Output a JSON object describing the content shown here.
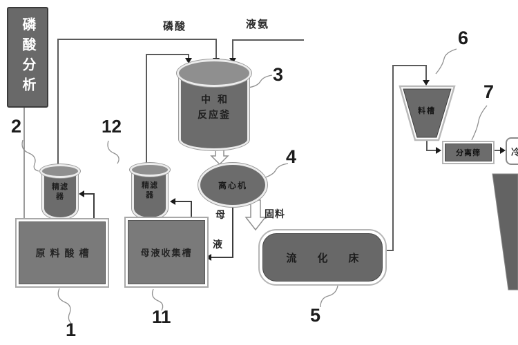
{
  "analysis_box": {
    "label": "磷酸分析"
  },
  "streams": {
    "phosphoric_acid": "磷酸",
    "liquid_ammonia": "液氨",
    "solid_material": "固料",
    "mother_liquor_char1": "母",
    "mother_liquor_char2": "液"
  },
  "equipment": {
    "raw_acid_tank": "原料酸槽",
    "mother_liquor_tank": "母液收集槽",
    "filter_line1": "精滤",
    "filter_line2": "器",
    "reactor_line1": "中和",
    "reactor_line2": "反应釜",
    "centrifuge": "离心机",
    "fluidized_bed": "流化床",
    "hopper": "料槽",
    "separator": "分离筛",
    "cooler_partial": "冷"
  },
  "ref_numbers": {
    "raw_acid_tank": "1",
    "filter_a": "2",
    "reactor": "3",
    "centrifuge": "4",
    "fluidized_bed": "5",
    "hopper": "6",
    "separator": "7",
    "mother_liquor_tank": "11",
    "filter_b": "12"
  },
  "colors": {
    "shape_fill": "#6c6c6c",
    "shape_fill_light": "#8f8f8f",
    "pipe_line": "#5a5a5a",
    "arrowhead": "#1a1a1a",
    "analysis_text": "#ffffff"
  }
}
